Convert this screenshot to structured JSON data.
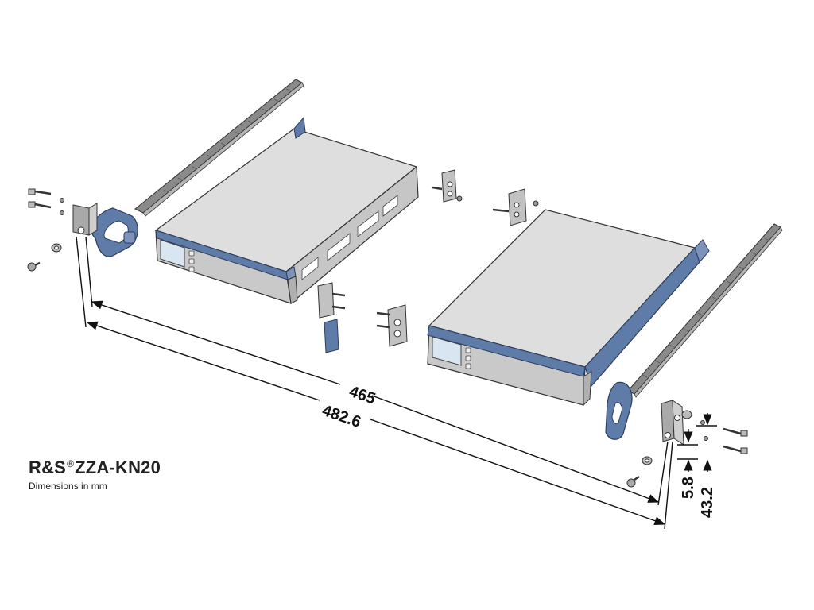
{
  "product": {
    "prefix": "R&S",
    "registered_mark": "®",
    "model": "ZZA-KN20"
  },
  "units_note": "Dimensions in mm",
  "dimensions": {
    "inner_width": "465",
    "outer_width": "482.6",
    "hole_offset": "5.8",
    "hole_pitch": "43.2"
  },
  "colors": {
    "accent_blue": "#5f7ba8",
    "panel_gray": "#c9c9c9",
    "top_gray": "#dedede",
    "outline": "#3a3a3a"
  }
}
